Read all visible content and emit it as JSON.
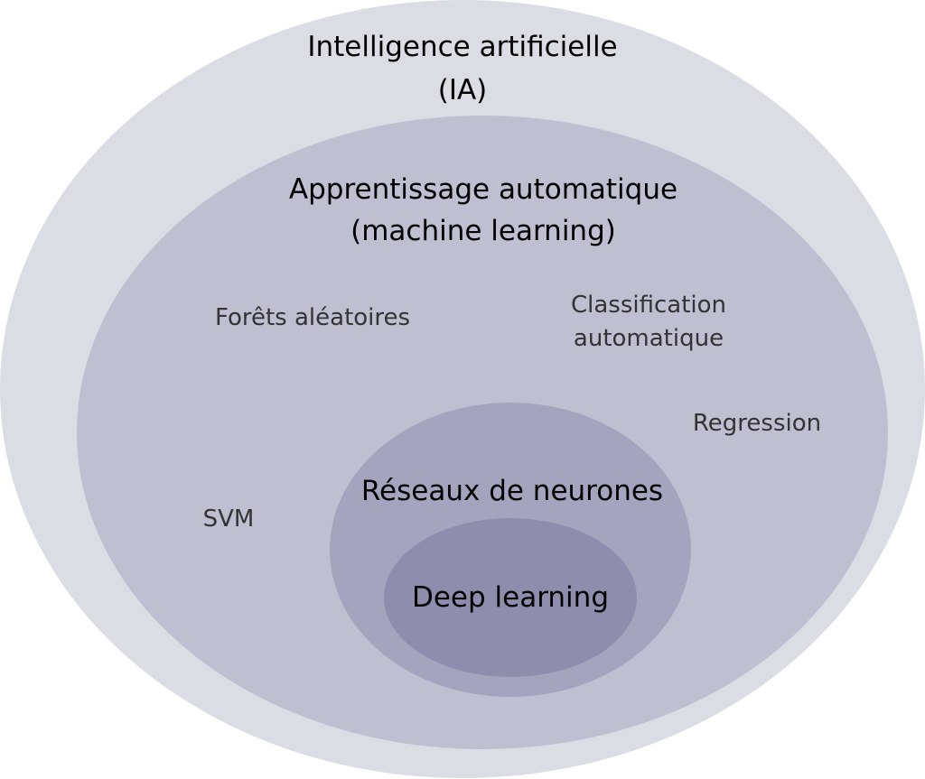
{
  "diagram": {
    "colors": {
      "ai": "#dcdce4",
      "ml": "#c0bfd2",
      "nn": "#a5a4bf",
      "dl": "#8f8dad"
    },
    "ai": {
      "line1": "Intelligence artificielle",
      "line2": "(IA)"
    },
    "ml": {
      "line1": "Apprentissage automatique",
      "line2": "(machine learning)"
    },
    "ml_items": {
      "random_forests": "Forêts aléatoires",
      "classification_line1": "Classification",
      "classification_line2": "automatique",
      "regression": "Regression",
      "svm": "SVM"
    },
    "nn": {
      "label": "Réseaux de neurones"
    },
    "dl": {
      "label": "Deep learning"
    }
  }
}
